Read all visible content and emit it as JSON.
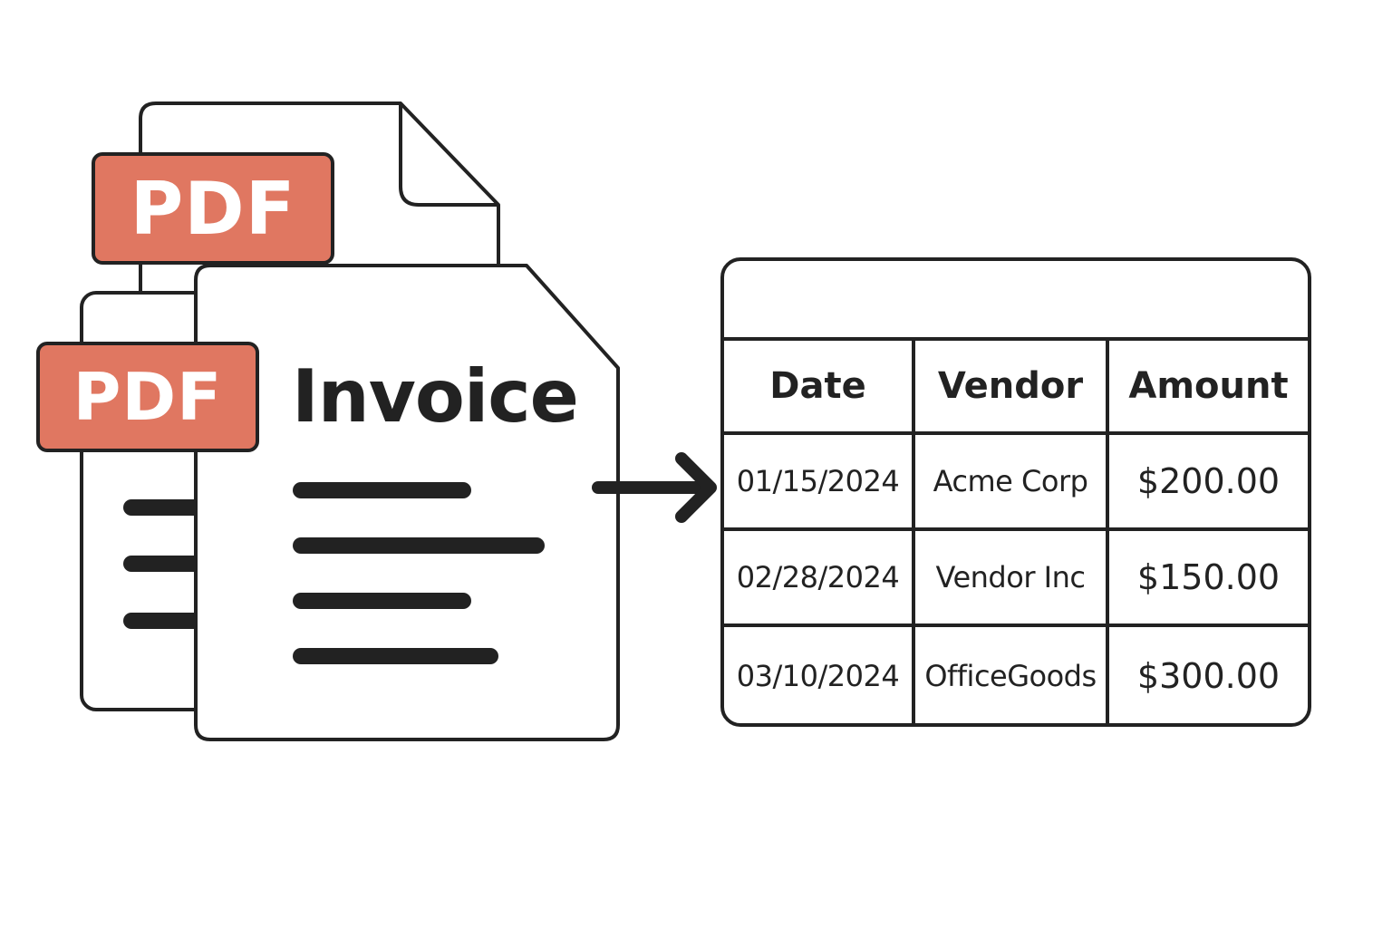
{
  "documents": {
    "badge_back": "PDF",
    "badge_front": "PDF",
    "invoice_title": "Invoice"
  },
  "table": {
    "columns": [
      "Date",
      "Vendor",
      "Amount"
    ],
    "rows": [
      [
        "01/15/2024",
        "Acme Corp",
        "$200.00"
      ],
      [
        "02/28/2024",
        "Vendor Inc",
        "$150.00"
      ],
      [
        "03/10/2024",
        "OfficeGoods",
        "$300.00"
      ]
    ]
  },
  "colors": {
    "badge": "#e07761",
    "stroke": "#222222",
    "paper": "#ffffff"
  },
  "icons": [
    "document-icon",
    "pdf-badge",
    "arrow-right-icon",
    "table-icon"
  ]
}
